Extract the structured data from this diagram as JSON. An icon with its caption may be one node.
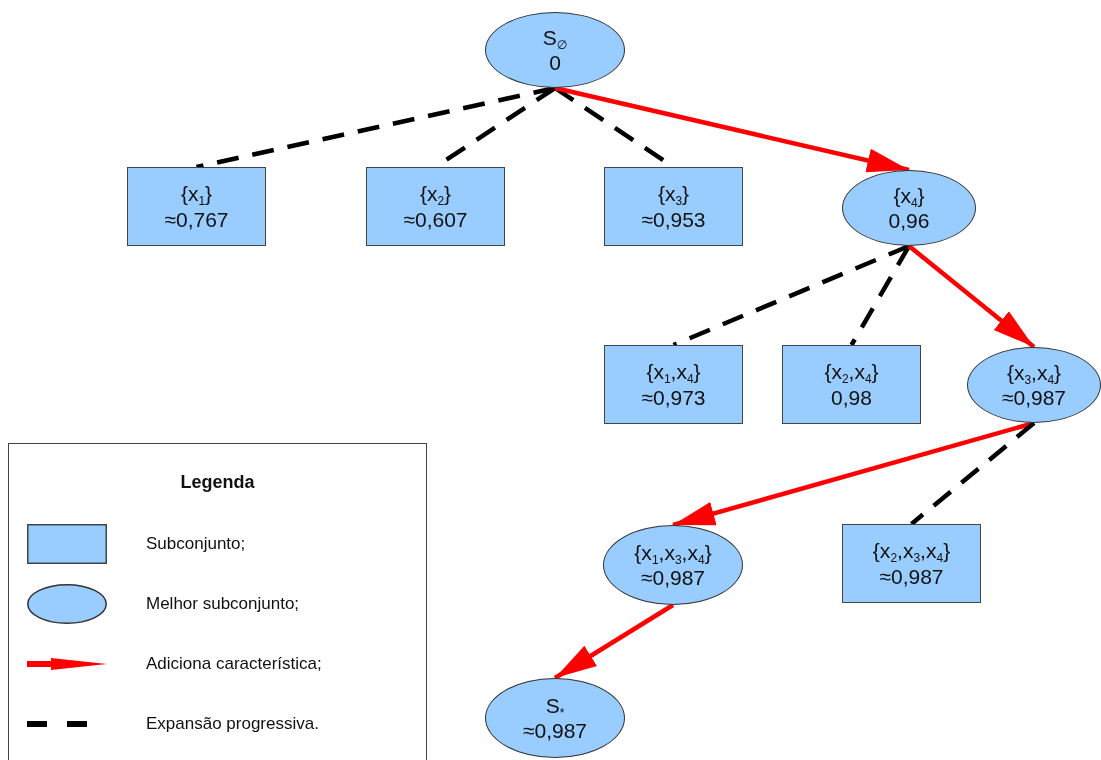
{
  "diagram": {
    "nodes": [
      {
        "text": [
          "S$_{∅}$",
          "0"
        ]
      },
      {
        "text": [
          "{x$_{1}$}",
          "≈0,767"
        ]
      },
      {
        "text": [
          "{x$_{2}$}",
          "≈0,607"
        ]
      },
      {
        "text": [
          "{x$_{3}$}",
          "≈0,953"
        ]
      },
      {
        "text": [
          "{x$_{4}$}",
          "0,96"
        ]
      },
      {
        "text": [
          "{x$_{1}$,x$_{4}$}",
          "≈0,973"
        ]
      },
      {
        "text": [
          "{x$_{2}$,x$_{4}$}",
          "0,98"
        ]
      },
      {
        "text": [
          "{x$_{3}$,x$_{4}$}",
          "≈0,987"
        ]
      },
      {
        "text": [
          "{x$_{1}$,x$_{3}$,x$_{4}$}",
          "≈0,987"
        ]
      },
      {
        "text": [
          "{x$_{2}$,x$_{3}$,x$_{4}$}",
          "≈0,987"
        ]
      },
      {
        "text": [
          "S$_{*}$",
          "≈0,987"
        ]
      }
    ],
    "edges": [
      {
        "from": 0,
        "to": 1,
        "arrow": "none",
        "style": "dashed"
      },
      {
        "from": 0,
        "to": 2,
        "arrow": "none",
        "style": "dashed"
      },
      {
        "from": 0,
        "to": 3,
        "arrow": "none",
        "style": "dashed"
      },
      {
        "from": 0,
        "to": 4,
        "arrow": "to",
        "color": "#ff0000"
      },
      {
        "from": 4,
        "to": 5,
        "arrow": "none",
        "style": "dashed"
      },
      {
        "from": 4,
        "to": 6,
        "arrow": "none",
        "style": "dashed"
      },
      {
        "from": 4,
        "to": 7,
        "arrow": "to",
        "color": "#ff0000"
      },
      {
        "from": 7,
        "to": 8,
        "arrow": "to",
        "color": "#ff0000"
      },
      {
        "from": 7,
        "to": 9,
        "arrow": "none",
        "style": "dashed"
      },
      {
        "from": 8,
        "to": 10,
        "arrow": "to",
        "color": "#ff0000"
      }
    ],
    "labels": [
      "Legenda"
    ],
    "legend": [
      {
        "text": "Subconjunto;"
      },
      {
        "text": "Melhor subconjunto;"
      },
      {
        "text": "Adiciona característica;"
      },
      {
        "text": "Expansão progressiva."
      }
    ]
  }
}
